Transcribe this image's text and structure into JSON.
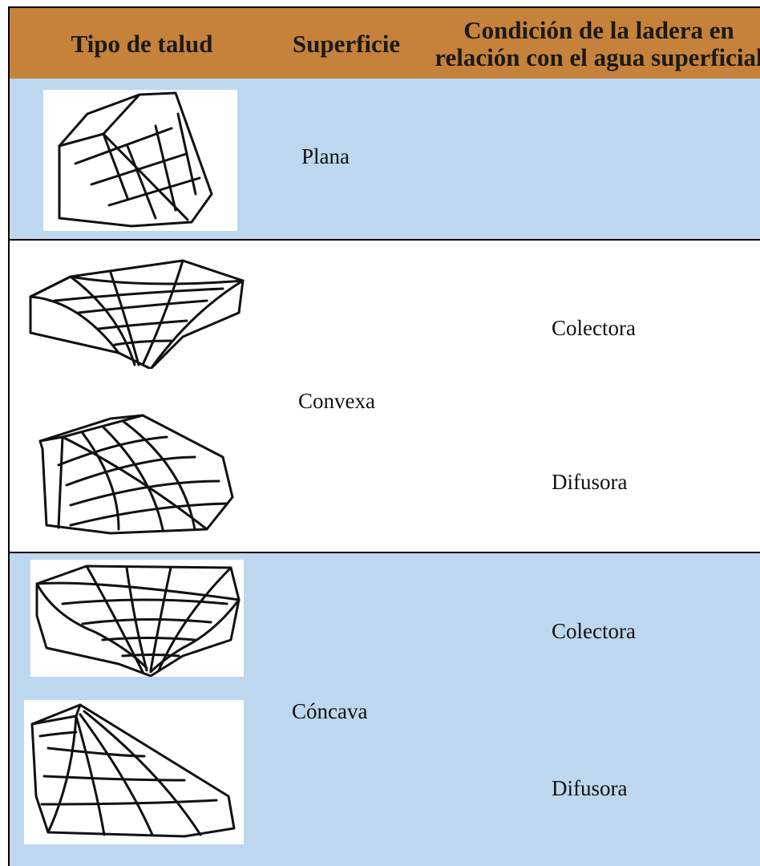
{
  "header": {
    "col1": "Tipo de talud",
    "col2": "Superficie",
    "col3_line1": "Condición de la ladera en",
    "col3_line2": "relación con el agua superficial"
  },
  "rows": [
    {
      "surface": "Plana",
      "conditions": []
    },
    {
      "surface": "Convexa",
      "conditions": [
        "Colectora",
        "Difusora"
      ]
    },
    {
      "surface": "Cóncava",
      "conditions": [
        "Colectora",
        "Difusora"
      ]
    }
  ],
  "colors": {
    "header_bg": "#c6823a",
    "row_blue": "#bdd7ee",
    "row_white": "#ffffff",
    "border": "#000000"
  }
}
